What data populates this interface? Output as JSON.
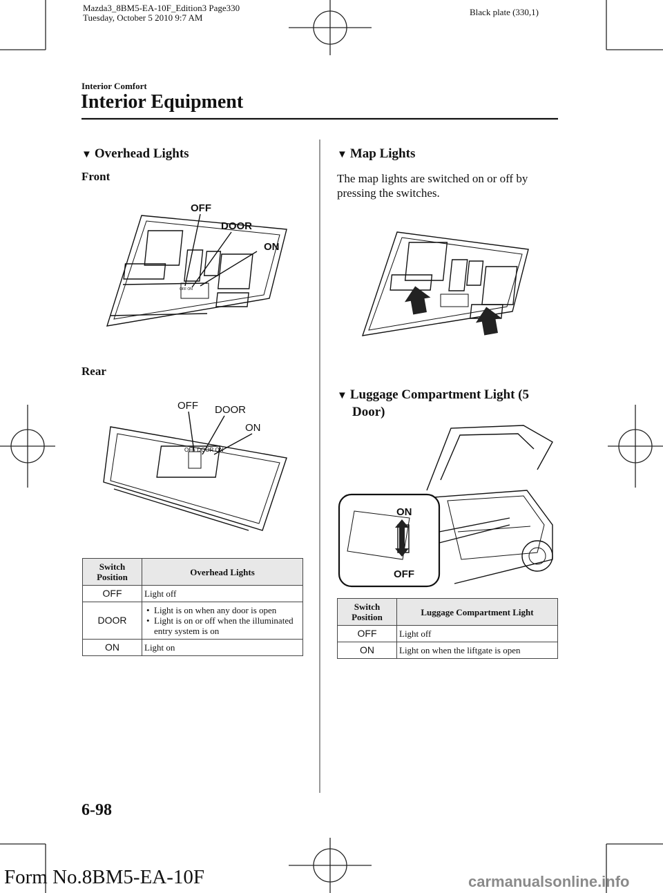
{
  "print_header": {
    "line1": "Mazda3_8BM5-EA-10F_Edition3 Page330",
    "line2": "Tuesday, October 5 2010 9:7 AM",
    "plate": "Black plate (330,1)"
  },
  "breadcrumb": "Interior Comfort",
  "page_title": "Interior Equipment",
  "sections": {
    "overhead": {
      "title": "Overhead Lights",
      "front_label": "Front",
      "rear_label": "Rear",
      "front_callouts": [
        "OFF",
        "DOOR",
        "ON"
      ],
      "rear_callouts": [
        "OFF",
        "DOOR",
        "ON"
      ],
      "table": {
        "col1": "Switch Position",
        "col2": "Overhead Lights",
        "rows": [
          {
            "position": "OFF",
            "desc": "Light off"
          },
          {
            "position": "DOOR",
            "bullets": [
              "Light is on when any door is open",
              "Light is on or off when the illuminated entry system is on"
            ]
          },
          {
            "position": "ON",
            "desc": "Light on"
          }
        ]
      }
    },
    "map": {
      "title": "Map Lights",
      "body": "The map lights are switched on or off by pressing the switches."
    },
    "luggage": {
      "title_line1": "Luggage Compartment Light (5",
      "title_line2": "Door)",
      "callouts": [
        "ON",
        "OFF"
      ],
      "table": {
        "col1": "Switch Position",
        "col2": "Luggage Compartment Light",
        "rows": [
          {
            "position": "OFF",
            "desc": "Light off"
          },
          {
            "position": "ON",
            "desc": "Light on when the liftgate is open"
          }
        ]
      }
    }
  },
  "page_number": "6-98",
  "form_number": "Form No.8BM5-EA-10F",
  "watermark": "carmanualsonline.info",
  "icons": {
    "section_marker": "triangle-down-icon"
  }
}
